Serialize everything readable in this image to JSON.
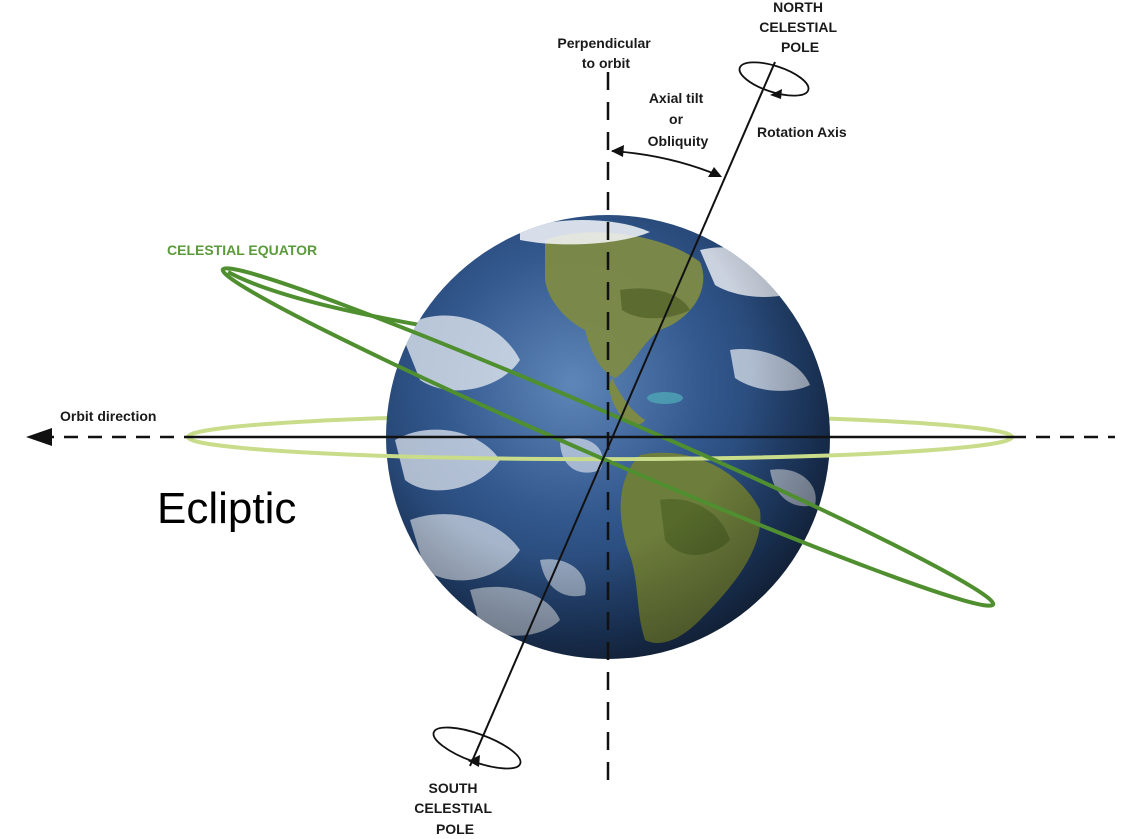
{
  "labels": {
    "north_pole": [
      "NORTH",
      "CELESTIAL",
      "POLE"
    ],
    "south_pole": [
      "SOUTH",
      "CELESTIAL",
      "POLE"
    ],
    "perpendicular": [
      "Perpendicular",
      "to orbit"
    ],
    "axial_tilt": [
      "Axial tilt",
      "or",
      "Obliquity"
    ],
    "rotation_axis": "Rotation Axis",
    "celestial_equator": "CELESTIAL EQUATOR",
    "orbit_direction": "Orbit direction",
    "ecliptic": "Ecliptic"
  },
  "colors": {
    "equator": "#4f8f2f",
    "ecliptic_ring": "#c9dc8a",
    "ocean": "#2c4f86",
    "land": "#7d8a45",
    "ink": "#111111"
  }
}
